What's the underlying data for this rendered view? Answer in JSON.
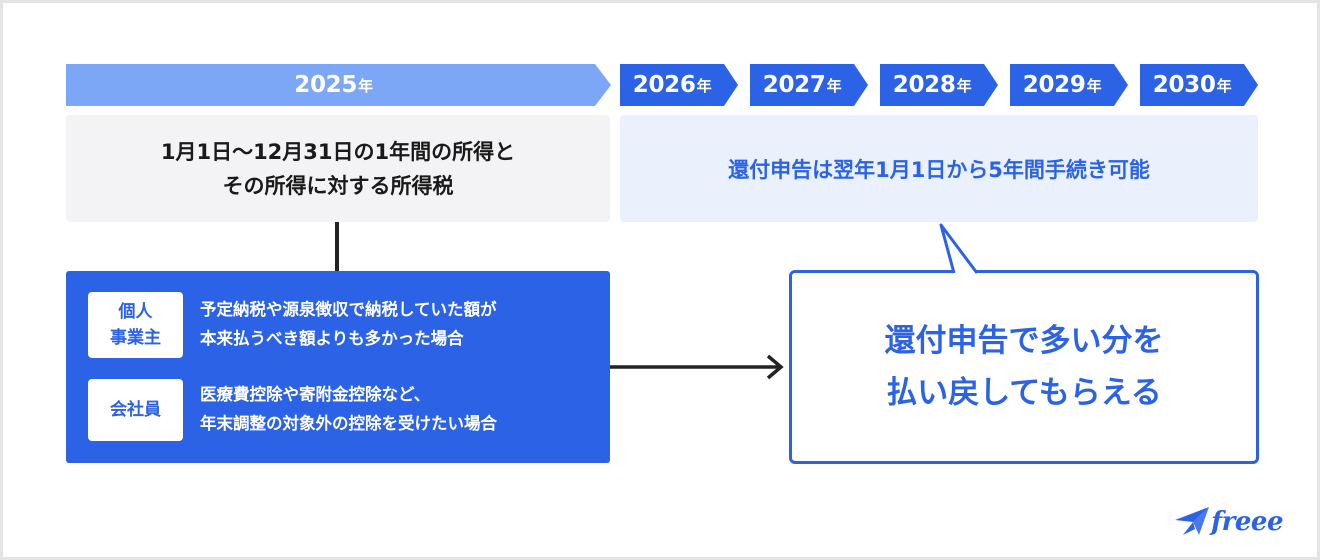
{
  "timeline": {
    "year_2025": {
      "num": "2025",
      "unit": "年"
    },
    "years": [
      {
        "num": "2026",
        "unit": "年"
      },
      {
        "num": "2027",
        "unit": "年"
      },
      {
        "num": "2028",
        "unit": "年"
      },
      {
        "num": "2029",
        "unit": "年"
      },
      {
        "num": "2030",
        "unit": "年"
      }
    ]
  },
  "income_box": {
    "line1": "1月1日〜12月31日の1年間の所得と",
    "line2": "その所得に対する所得税"
  },
  "refund_period": {
    "text": "還付申告は翌年1月1日から5年間手続き可能"
  },
  "cases": [
    {
      "tag_line1": "個人",
      "tag_line2": "事業主",
      "desc_line1": "予定納税や源泉徴収で納税していた額が",
      "desc_line2": "本来払うべき額よりも多かった場合"
    },
    {
      "tag_line1": "会社員",
      "desc_line1": "医療費控除や寄附金控除など、",
      "desc_line2": "年末調整の対象外の控除を受けたい場合"
    }
  ],
  "result_bubble": {
    "line1": "還付申告で多い分を",
    "line2": "払い戻してもらえる"
  },
  "logo": {
    "text": "freee",
    "icon": "freee-bird-icon"
  },
  "colors": {
    "primary_blue": "#2b62e6",
    "light_blue_chevron": "#7ca7f6",
    "pale_blue_box": "#eaf1fc",
    "gray_box": "#f3f3f5"
  }
}
